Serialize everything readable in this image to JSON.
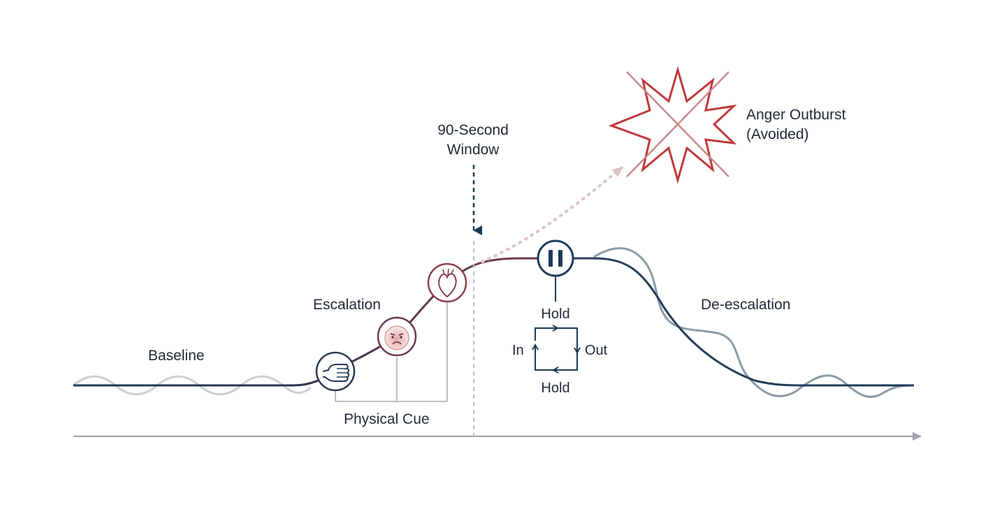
{
  "diagram": {
    "labels": {
      "baseline": "Baseline",
      "escalation": "Escalation",
      "physical_cue": "Physical Cue",
      "window_line1": "90-Second",
      "window_line2": "Window",
      "outburst_line1": "Anger Outburst",
      "outburst_line2": "(Avoided)",
      "de_escalation": "De-escalation"
    },
    "breathing": {
      "top": "Hold",
      "left": "In",
      "right": "Out",
      "bottom": "Hold"
    },
    "icons": {
      "cue_1": "clenched-fist-icon",
      "cue_2": "distressed-face-icon",
      "cue_3": "heart-icon",
      "pause": "pause-icon",
      "outburst": "starburst-icon"
    },
    "colors": {
      "navy": "#1e3a5a",
      "maroon": "#7a3b48",
      "red": "#c0393b",
      "grey": "#9aa3ab",
      "slate": "#8a9aa8"
    }
  }
}
